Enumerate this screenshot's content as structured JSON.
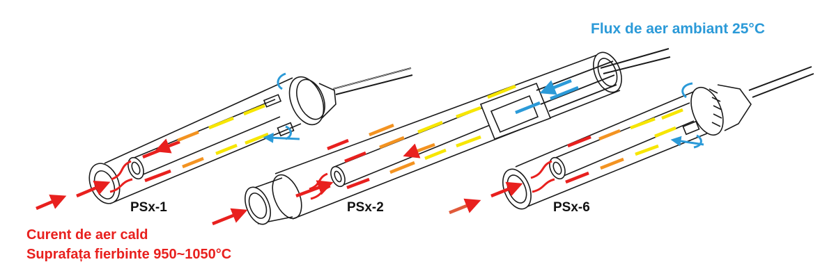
{
  "labels": {
    "ambient_flow": "Flux de aer ambiant 25°C",
    "hot_air": "Curent de aer cald",
    "hot_surface": "Suprafața fierbinte 950~1050°C"
  },
  "models": [
    {
      "name": "PSx-1"
    },
    {
      "name": "PSx-2"
    },
    {
      "name": "PSx-6"
    }
  ],
  "colors": {
    "hot": "#e8201e",
    "warm": "#f39321",
    "mild": "#f7e600",
    "cool": "#2b9ad8",
    "outline": "#1a1a1a"
  },
  "icons": [
    "arrow-icon",
    "wire-icon",
    "heater-tube-icon"
  ]
}
